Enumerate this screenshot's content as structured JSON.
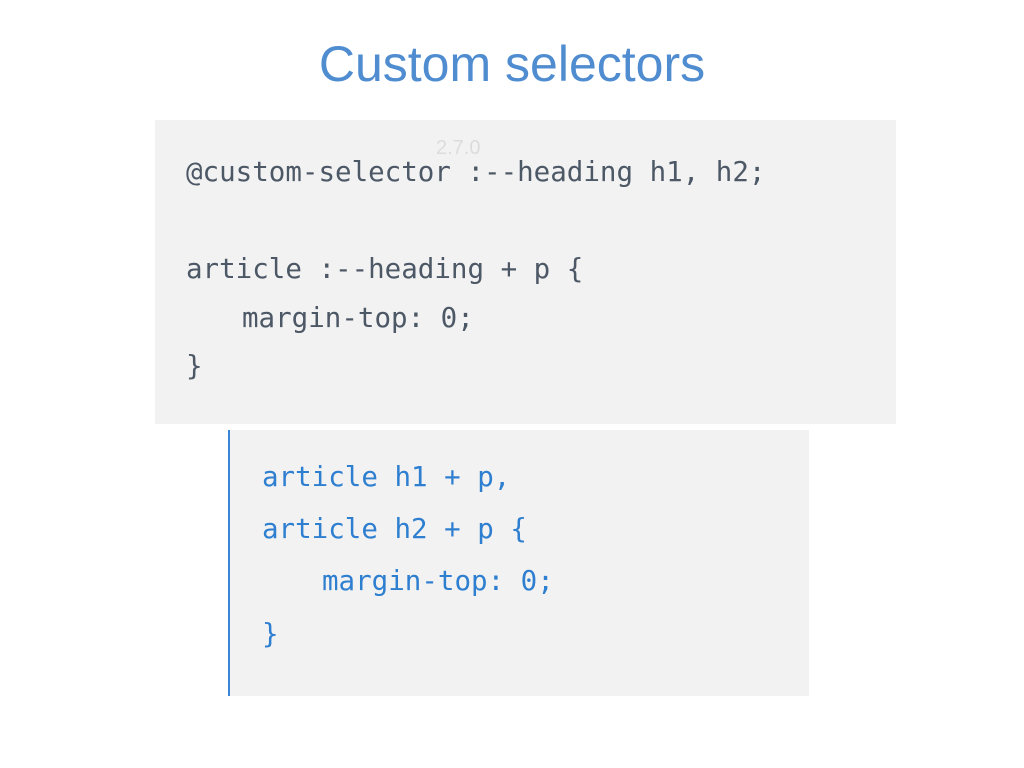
{
  "slide": {
    "title": "Custom selectors"
  },
  "source_block": {
    "watermark": "2.7.0",
    "lines": [
      "@custom-selector :--heading h1, h2;",
      "article :--heading + p {",
      "margin-top: 0;",
      "}"
    ]
  },
  "output_block": {
    "lines": [
      "article h1 + p,",
      "article h2 + p {",
      "margin-top: 0;",
      "}"
    ]
  },
  "colors": {
    "title": "#4f8cd0",
    "source_code": "#4d5866",
    "output_code": "#2f7fd1",
    "output_border": "#3b86d9",
    "code_background": "#f2f2f2"
  }
}
